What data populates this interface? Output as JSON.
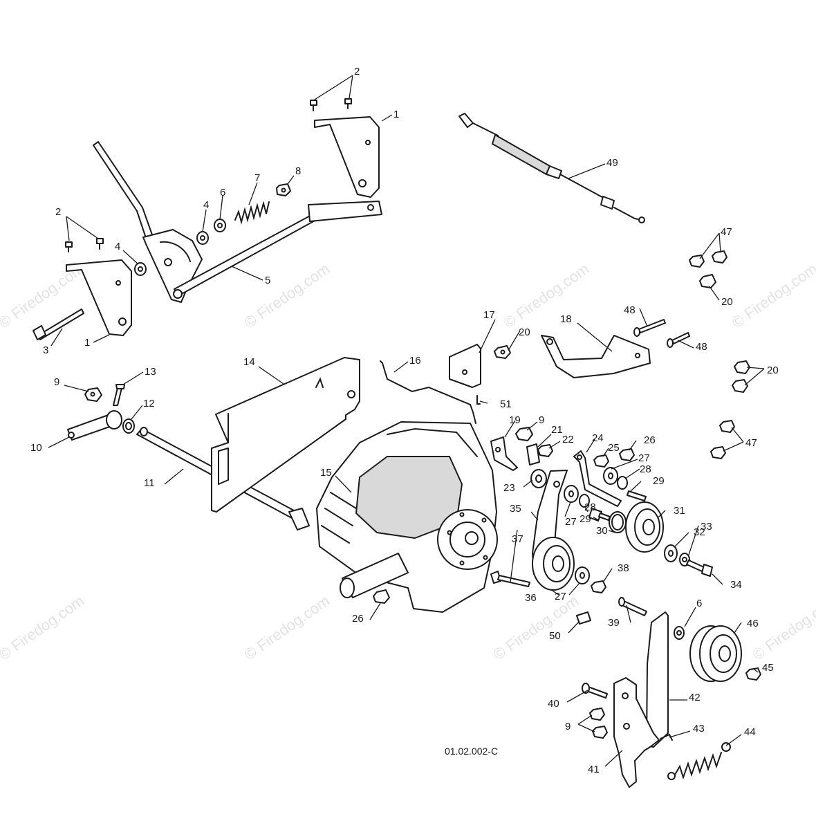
{
  "diagram": {
    "reference_code": "01.02.002-C",
    "watermark": "© Firedog.com",
    "callouts": [
      "1",
      "1",
      "2",
      "2",
      "3",
      "4",
      "4",
      "5",
      "6",
      "6",
      "7",
      "8",
      "9",
      "9",
      "9",
      "10",
      "11",
      "12",
      "13",
      "14",
      "15",
      "16",
      "17",
      "18",
      "19",
      "20",
      "20",
      "20",
      "21",
      "22",
      "23",
      "24",
      "25",
      "26",
      "26",
      "27",
      "27",
      "27",
      "28",
      "28",
      "29",
      "29",
      "30",
      "31",
      "32",
      "33",
      "34",
      "35",
      "36",
      "37",
      "38",
      "39",
      "40",
      "41",
      "42",
      "43",
      "44",
      "45",
      "46",
      "47",
      "47",
      "48",
      "48",
      "49",
      "50",
      "51"
    ],
    "parts": [
      "bracket",
      "bracket",
      "bolt",
      "bolt",
      "bolt",
      "washer",
      "washer",
      "rod",
      "washer",
      "washer",
      "spring",
      "nut",
      "nut",
      "nut",
      "nut",
      "lever",
      "shaft",
      "washer",
      "bolt",
      "plate",
      "transaxle",
      "rod",
      "bracket",
      "bracket",
      "bracket",
      "nut",
      "nut",
      "nut",
      "bracket",
      "nut",
      "spacer",
      "bracket",
      "nut",
      "nut",
      "nut",
      "washer",
      "washer",
      "washer",
      "spacer",
      "spacer",
      "bolt",
      "bolt",
      "ring",
      "pulley",
      "washer",
      "washer",
      "bolt",
      "arm",
      "pulley",
      "bolt",
      "nut",
      "bolt",
      "bolt",
      "bracket",
      "bracket",
      "clip",
      "spring",
      "nut",
      "pulley",
      "nut",
      "nut",
      "pin",
      "pin",
      "cable",
      "clip",
      "pin"
    ]
  }
}
